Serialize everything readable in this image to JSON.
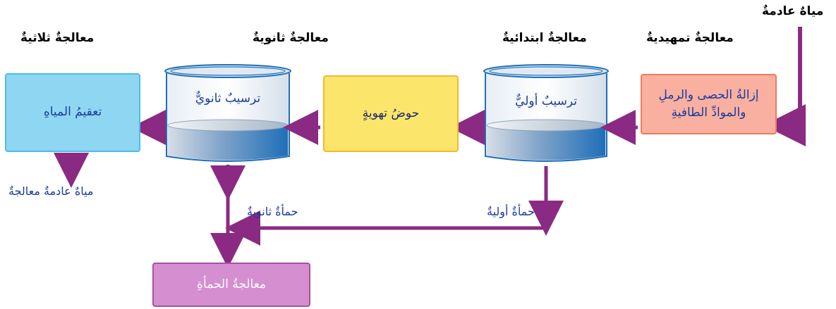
{
  "stage_labels": {
    "raw_water": "مياهٌ عادمةٌ",
    "preliminary": "معالجةٌ تمهيديةٌ",
    "primary": "معالجةٌ ابتدائيةٌ",
    "secondary": "معالجةٌ ثانويةٌ",
    "tertiary": "معالجةٌ ثلاثيةٌ"
  },
  "boxes": {
    "preliminary_line1": "إزالةُ الحصى والرملِ",
    "preliminary_line2": "والموادِّ الطافيةِ",
    "primary_settling": "ترسيبٌ أوليٌّ",
    "aeration": "حوضُ تهويةٍ",
    "secondary_settling": "ترسيبٌ ثانويٌّ",
    "disinfection": "تعقيمُ المياهِ",
    "sludge_treatment": "معالجةُ الحمأةِ"
  },
  "outputs": {
    "treated_water": "مياهٌ عادمةٌ معالجةٌ",
    "primary_sludge": "حمأةٌ أوليةٌ",
    "secondary_sludge": "حمأةٌ ثانويةٌ"
  },
  "colors": {
    "arrow": "#8b2a82",
    "tank_water_top": "#a9bccf",
    "tank_water_bottom": "#1f6fb8",
    "tank_border": "#1f6fb8"
  }
}
